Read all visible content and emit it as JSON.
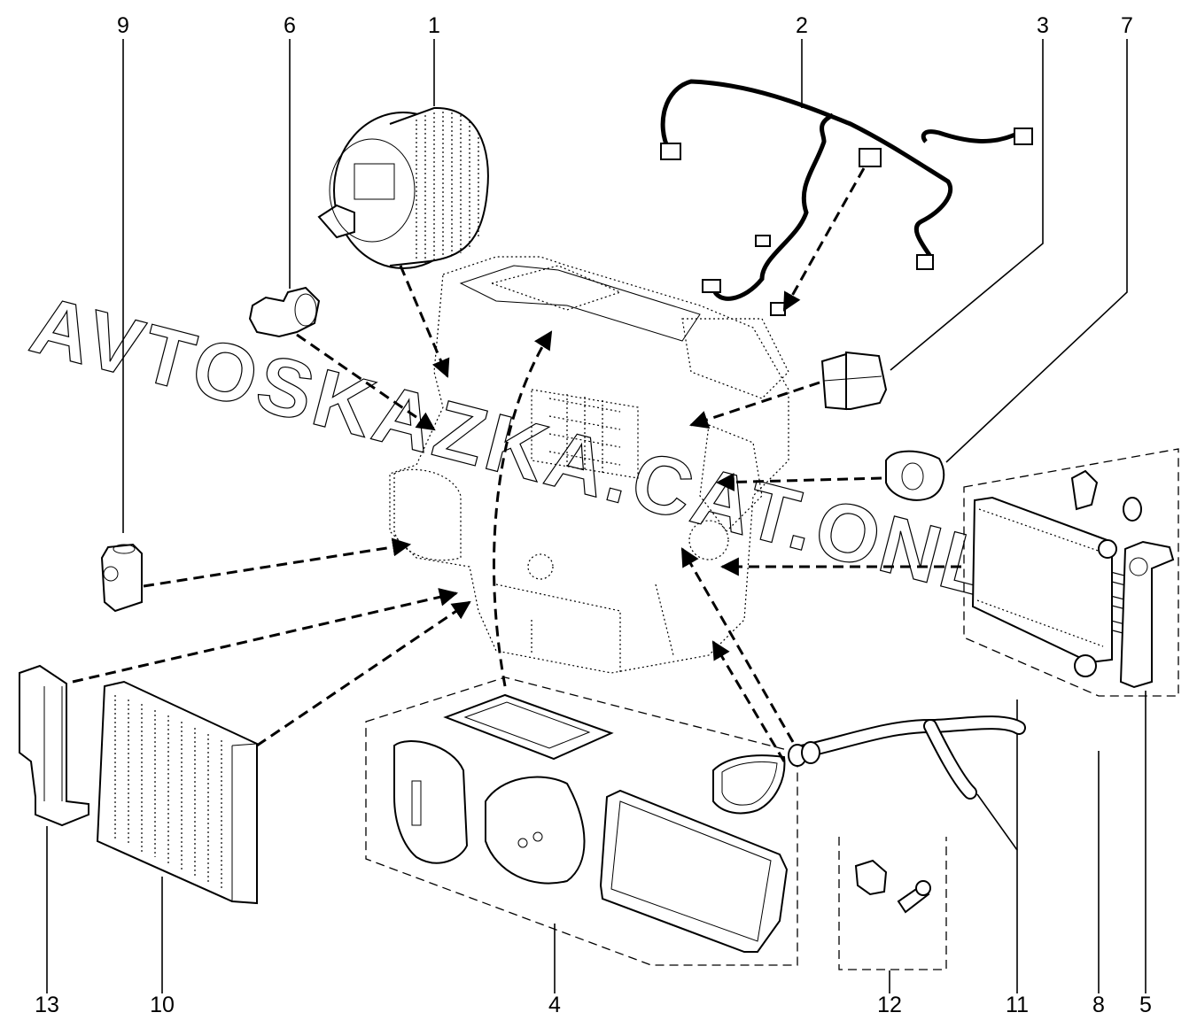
{
  "diagram": {
    "title": "HVAC heater / blower unit – exploded parts view",
    "watermark": "AVTOSKAZKA.CAT.ONLINE",
    "callouts": [
      {
        "id": "c1",
        "label": "1",
        "part": "blower-motor"
      },
      {
        "id": "c2",
        "label": "2",
        "part": "wiring-harness"
      },
      {
        "id": "c3",
        "label": "3",
        "part": "actuator-motor"
      },
      {
        "id": "c4",
        "label": "4",
        "part": "seal-kit"
      },
      {
        "id": "c5",
        "label": "5",
        "part": "heater-core-bracket"
      },
      {
        "id": "c6",
        "label": "6",
        "part": "blend-door-actuator"
      },
      {
        "id": "c7",
        "label": "7",
        "part": "mode-door-actuator"
      },
      {
        "id": "c8",
        "label": "8",
        "part": "heater-core-kit"
      },
      {
        "id": "c9",
        "label": "9",
        "part": "expansion-valve"
      },
      {
        "id": "c10",
        "label": "10",
        "part": "cabin-air-filter"
      },
      {
        "id": "c11",
        "label": "11",
        "part": "heater-hose-pipe"
      },
      {
        "id": "c12",
        "label": "12",
        "part": "clip-and-screw-kit"
      },
      {
        "id": "c13",
        "label": "13",
        "part": "filter-cover"
      }
    ]
  }
}
